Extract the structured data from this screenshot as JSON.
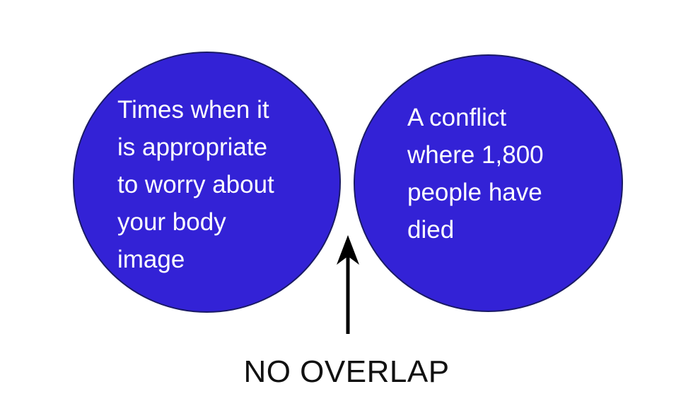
{
  "diagram": {
    "left_set": {
      "text": "Times when it\nis appropriate\nto worry about\nyour body\nimage"
    },
    "right_set": {
      "text": "A conflict\nwhere 1,800\npeople have\ndied"
    },
    "arrow_label": "NO OVERLAP"
  },
  "colors": {
    "circle_fill": "#3322d6",
    "circle_text": "#ffffff",
    "arrow": "#000000",
    "label": "#111111",
    "background": "#ffffff"
  },
  "icons": {
    "pointer": "up-arrow-icon"
  }
}
